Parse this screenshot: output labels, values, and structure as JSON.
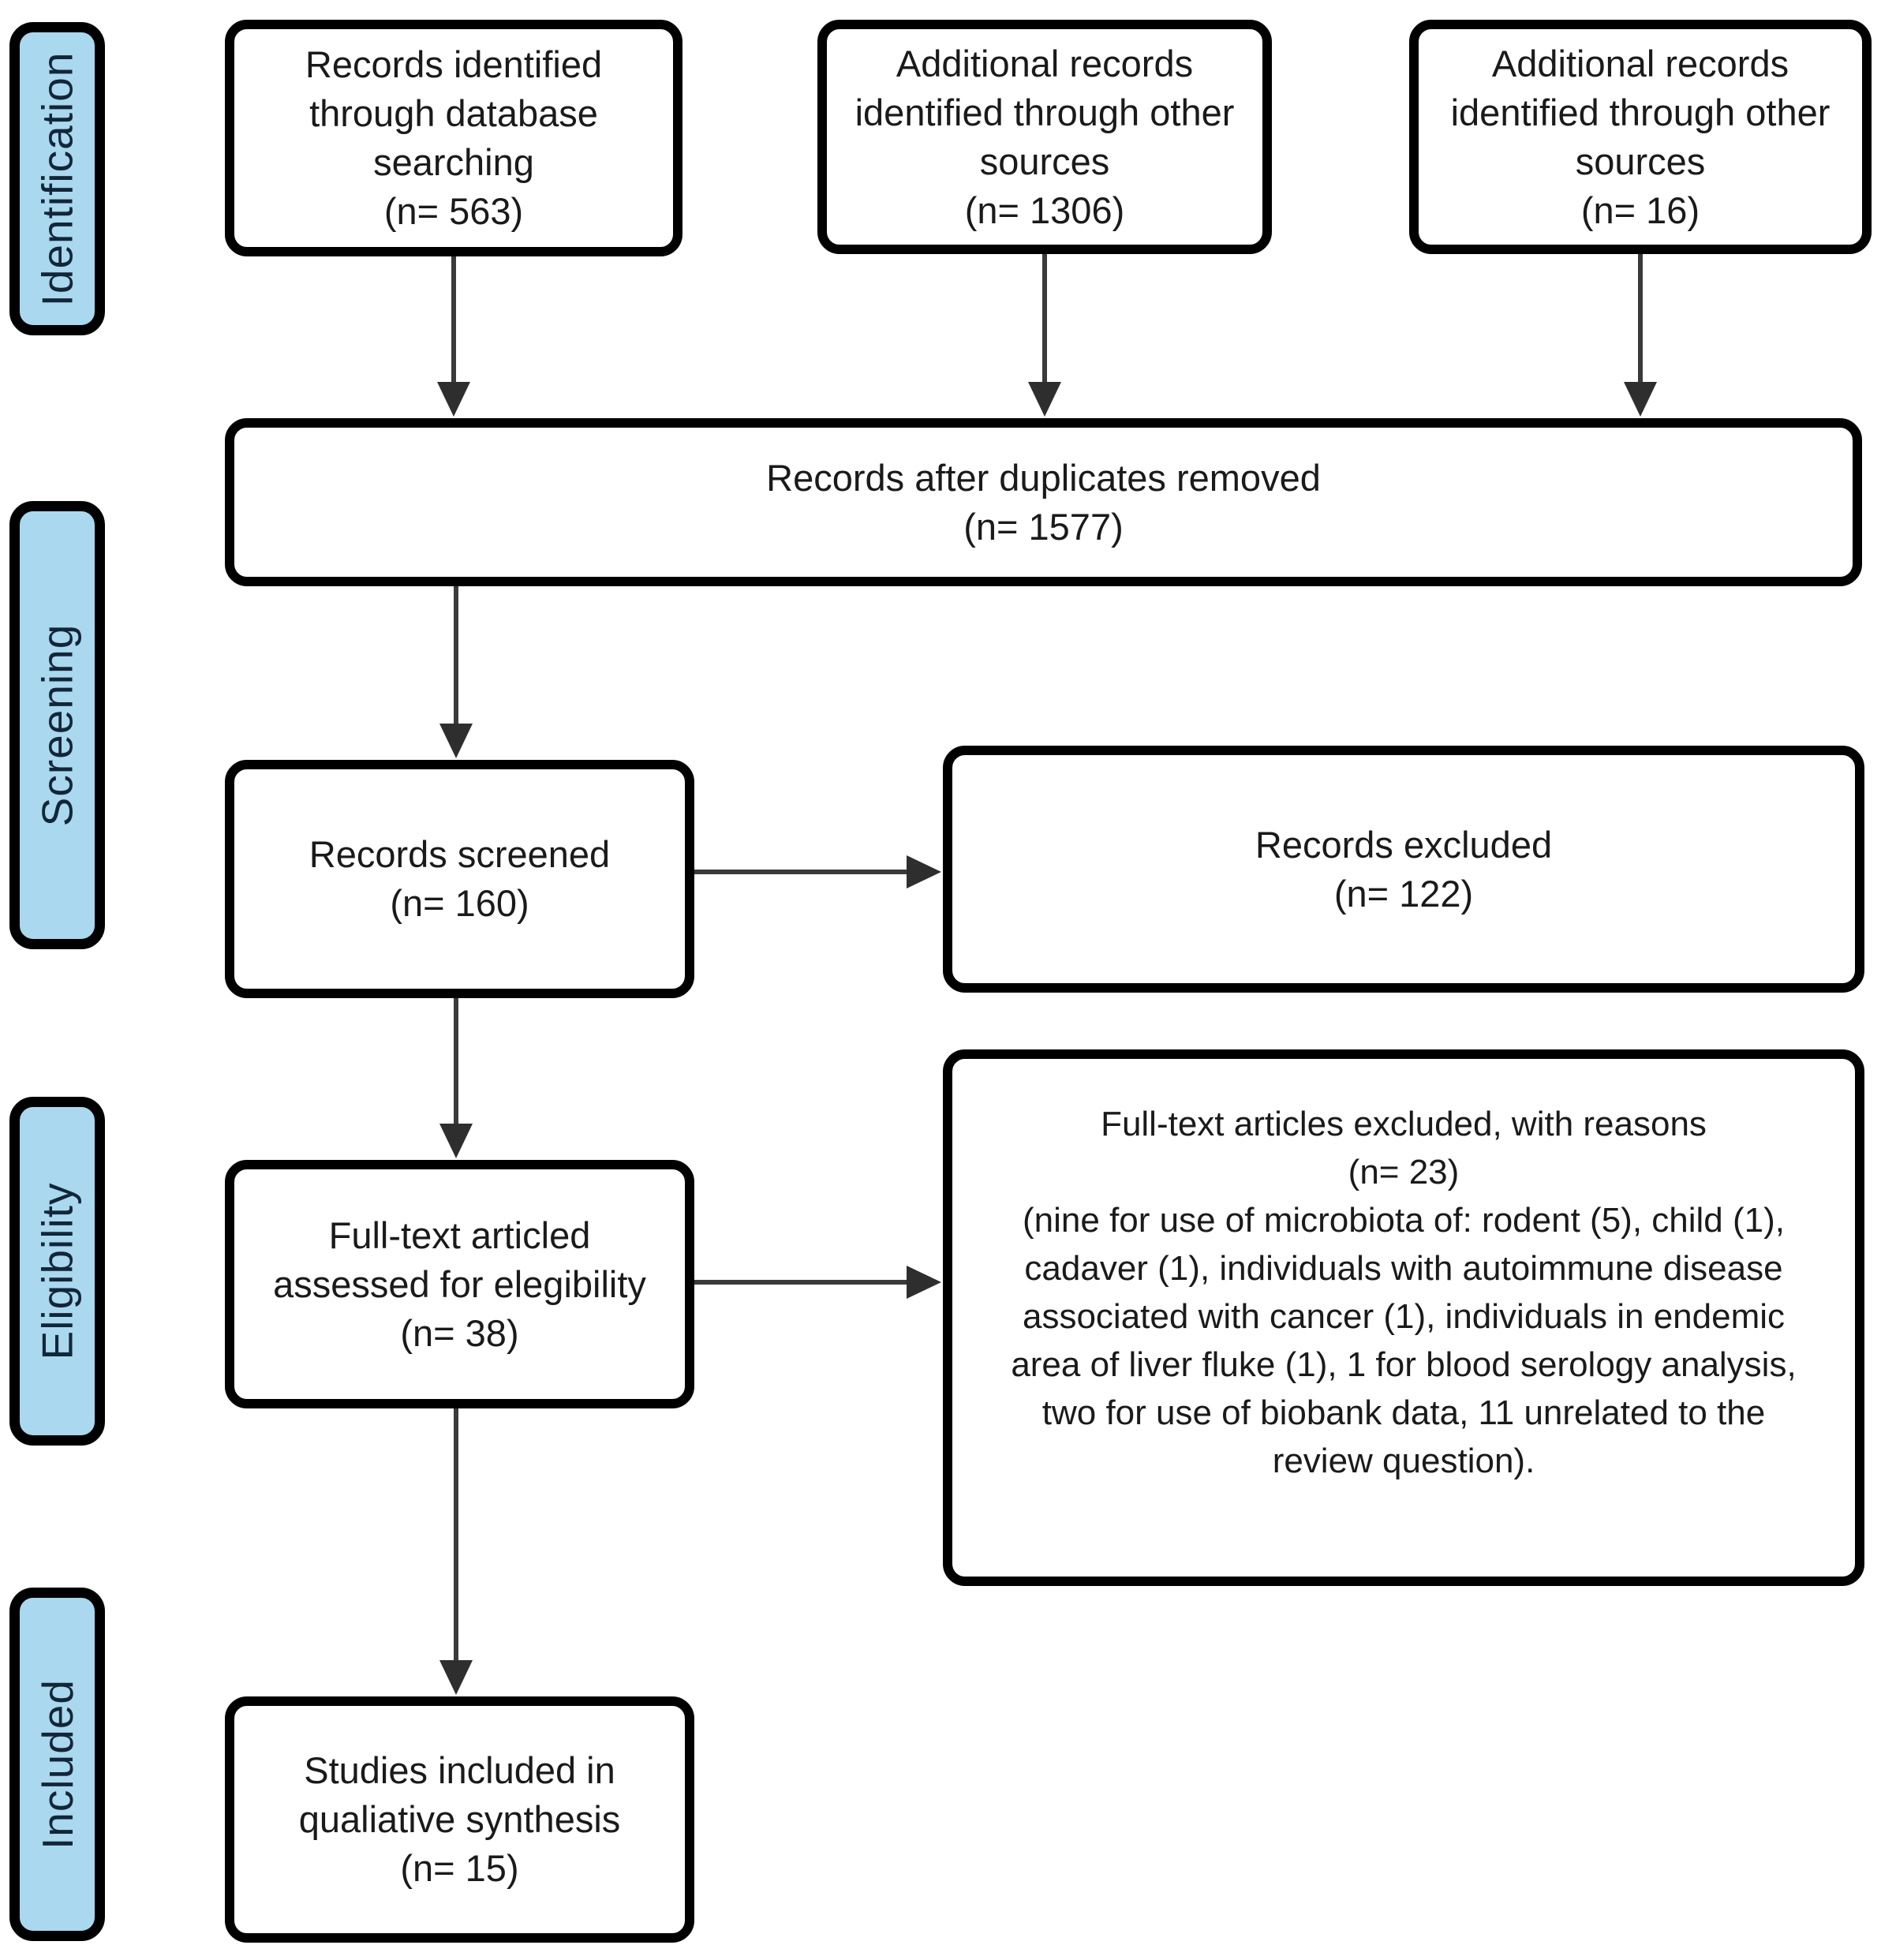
{
  "diagram": {
    "kind": "prisma-flow-diagram"
  },
  "stages": [
    "Identification",
    "Screening",
    "Eligibility",
    "Included"
  ],
  "nodes": {
    "db_search": {
      "n": 563,
      "lines": [
        "Records identified",
        "through database",
        "searching",
        "(n= 563)"
      ]
    },
    "other_sources_1": {
      "n": 1306,
      "lines": [
        "Additional records",
        "identified through other",
        "sources",
        "(n= 1306)"
      ]
    },
    "other_sources_2": {
      "n": 16,
      "lines": [
        "Additional records",
        "identified through other",
        "sources",
        "(n= 16)"
      ]
    },
    "after_duplicates": {
      "n": 1577,
      "lines": [
        "Records after duplicates removed",
        "(n= 1577)"
      ]
    },
    "screened": {
      "n": 160,
      "lines": [
        "Records screened",
        "(n= 160)"
      ]
    },
    "excluded": {
      "n": 122,
      "lines": [
        "Records excluded",
        "(n= 122)"
      ]
    },
    "fulltext": {
      "n": 38,
      "lines": [
        "Full-text articled",
        "assessed for elegibility",
        "(n= 38)"
      ]
    },
    "reasons": {
      "n": 23,
      "lines": [
        "Full-text articles excluded, with reasons",
        "(n= 23)",
        "(nine for use of microbiota of: rodent (5), child (1),",
        "cadaver (1), individuals with autoimmune disease",
        "associated with cancer (1), individuals in endemic",
        "area of liver fluke (1), 1 for blood serology analysis,",
        "two for use of biobank data, 11 unrelated to the",
        "review question)."
      ]
    },
    "included_studies": {
      "n": 15,
      "lines": [
        "Studies included in",
        "qualiative synthesis",
        "(n= 15)"
      ]
    }
  },
  "colors": {
    "stage_fill": "#aad8ee",
    "node_fill": "#ffffff",
    "border": "#000000",
    "arrow": "#333333",
    "stage_text": "#132639",
    "node_text": "#1a1a1a"
  }
}
